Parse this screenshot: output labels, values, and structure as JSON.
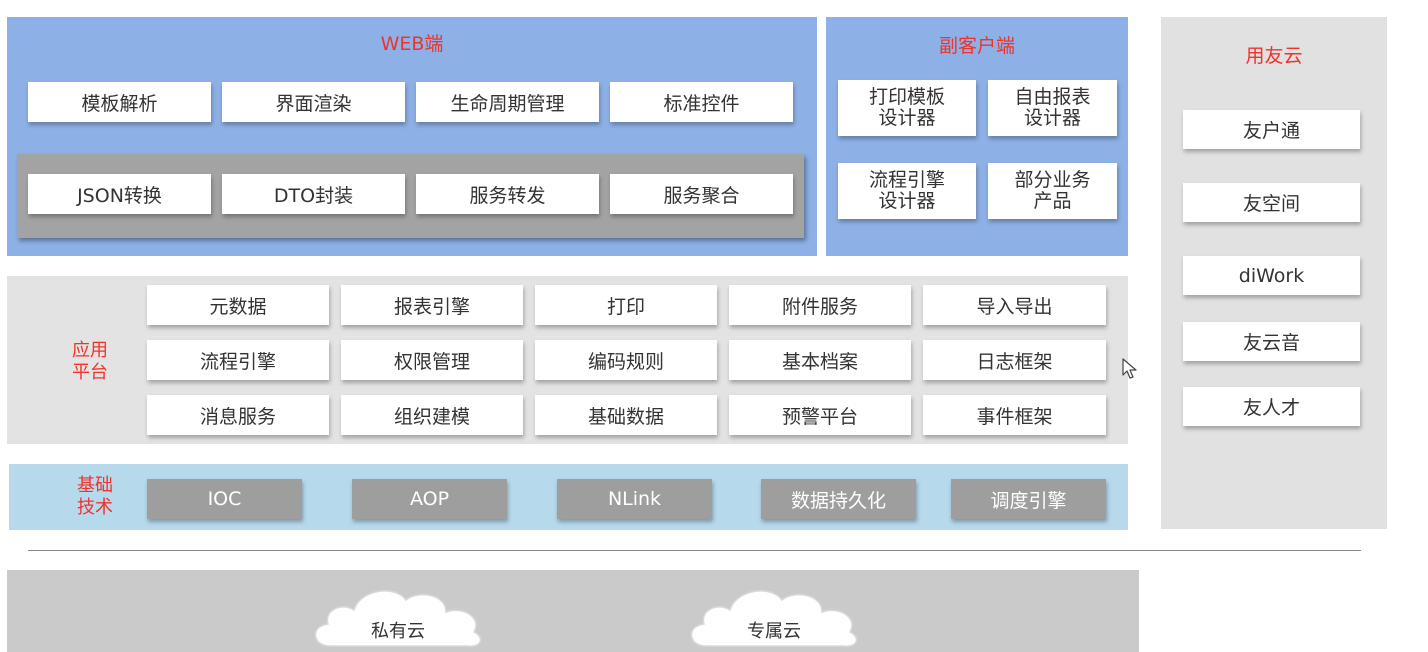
{
  "web": {
    "title": "WEB端",
    "row1": [
      "模板解析",
      "界面渲染",
      "生命周期管理",
      "标准控件"
    ],
    "row2": [
      "JSON转换",
      "DTO封装",
      "服务转发",
      "服务聚合"
    ]
  },
  "sub_client": {
    "title": "副客户端",
    "items": [
      "打印模板\n设计器",
      "自由报表\n设计器",
      "流程引擎\n设计器",
      "部分业务\n产品"
    ]
  },
  "yonyou_cloud": {
    "title": "用友云",
    "items": [
      "友户通",
      "友空间",
      "diWork",
      "友云音",
      "友人才"
    ]
  },
  "app_platform": {
    "label": "应用\n平台",
    "rows": [
      [
        "元数据",
        "报表引擎",
        "打印",
        "附件服务",
        "导入导出"
      ],
      [
        "流程引擎",
        "权限管理",
        "编码规则",
        "基本档案",
        "日志框架"
      ],
      [
        "消息服务",
        "组织建模",
        "基础数据",
        "预警平台",
        "事件框架"
      ]
    ]
  },
  "base_tech": {
    "label": "基础\n技术",
    "items": [
      "IOC",
      "AOP",
      "NLink",
      "数据持久化",
      "调度引擎"
    ]
  },
  "infra": {
    "clouds": [
      "私有云",
      "专属云"
    ]
  }
}
